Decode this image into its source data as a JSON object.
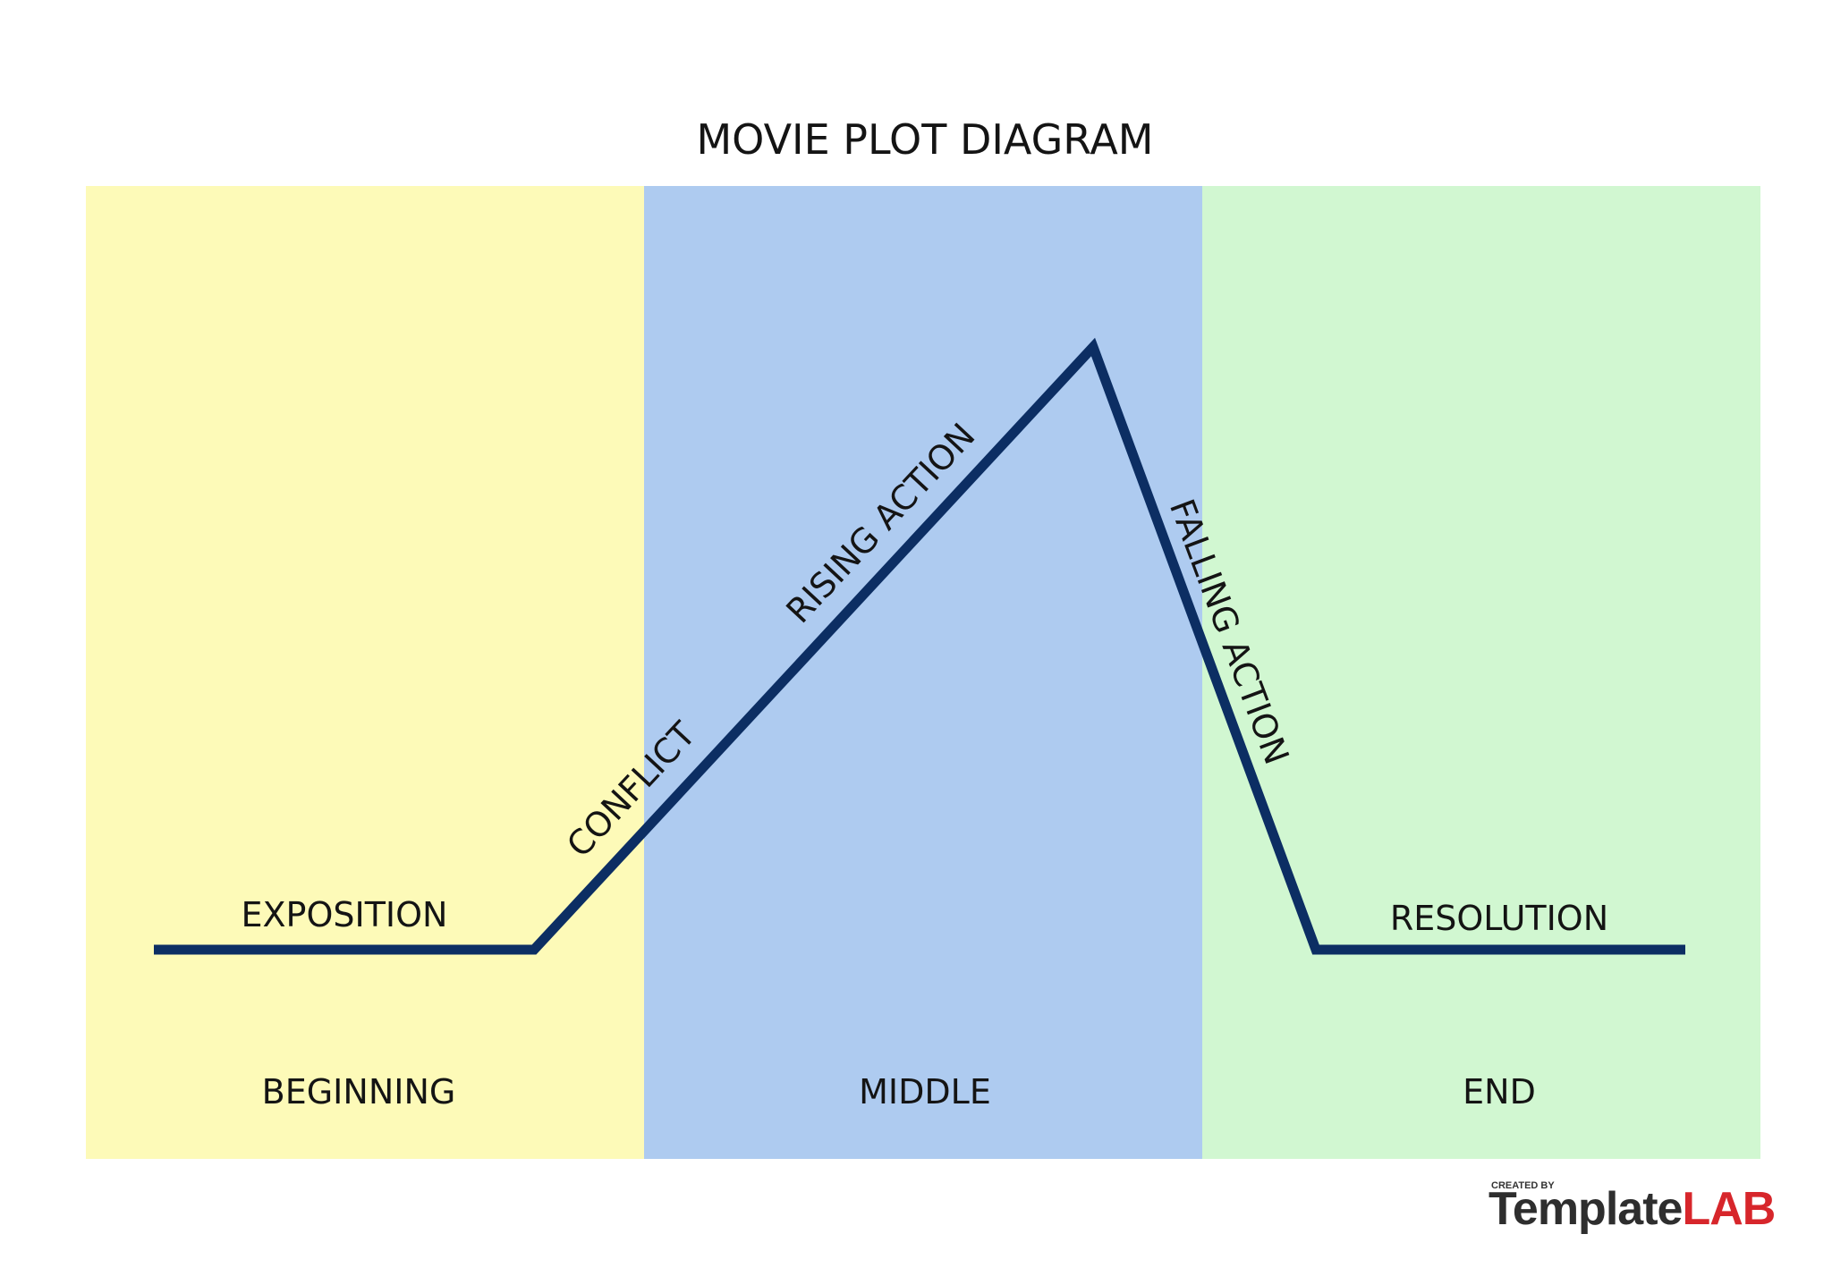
{
  "title": "MOVIE PLOT DIAGRAM",
  "sections": [
    {
      "label": "BEGINNING",
      "color": "#fdfab8"
    },
    {
      "label": "MIDDLE",
      "color": "#aecbf0"
    },
    {
      "label": "END",
      "color": "#d1f7d1"
    }
  ],
  "plot_stages": {
    "exposition": "EXPOSITION",
    "conflict": "CONFLICT",
    "rising_action": "RISING ACTION",
    "falling_action": "FALLING ACTION",
    "resolution": "RESOLUTION"
  },
  "line_color": "#0c2e63",
  "logo": {
    "small_text": "CREATED BY",
    "part1": "Template",
    "part2": "LAB",
    "part1_color": "#2e2e2e",
    "part2_color": "#d7262b"
  }
}
